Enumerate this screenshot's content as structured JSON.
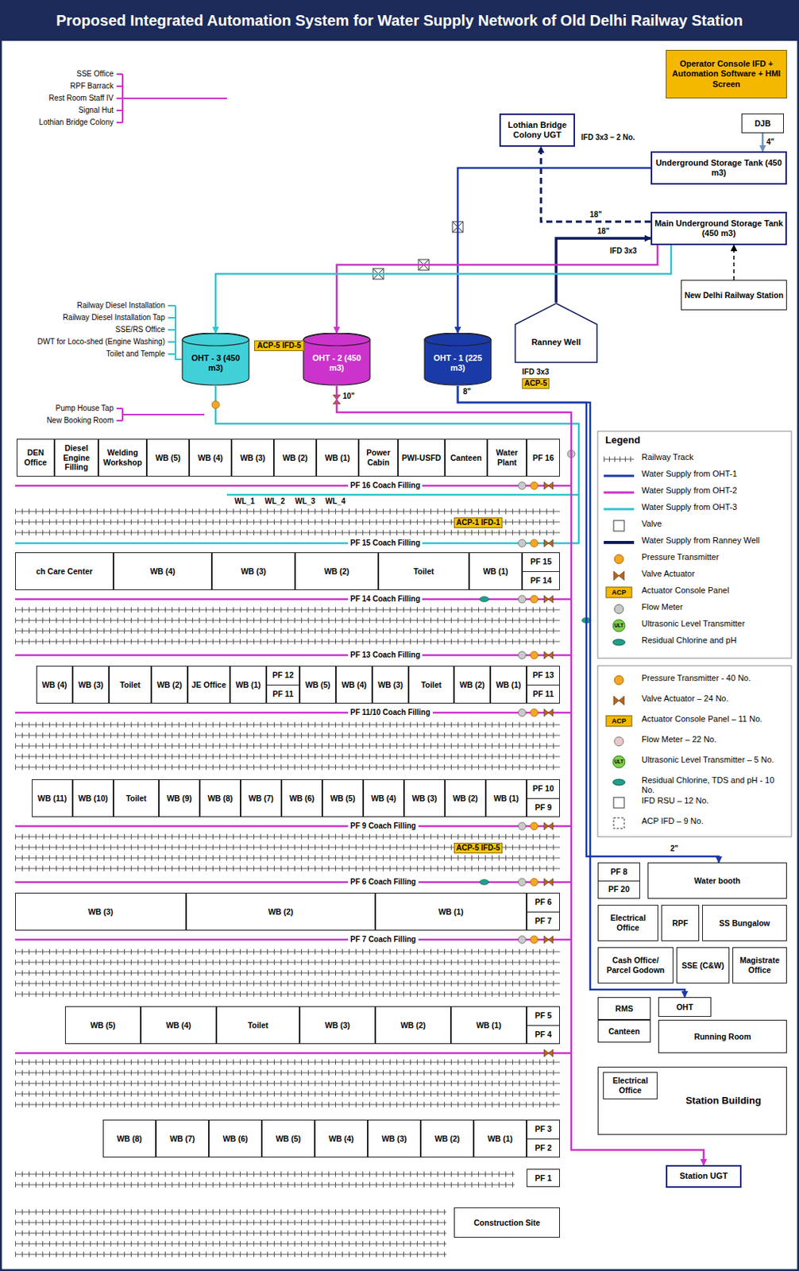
{
  "diagram": {
    "title": "Proposed Integrated Automation System for Water Supply Network of Old Delhi Railway Station",
    "nodes": [
      {
        "text": [
          "Operator Console IFD + Automation Software + HMI Screen"
        ]
      },
      {
        "text": [
          "DJB"
        ]
      },
      {
        "text": [
          "Underground Storage Tank (450 m3)"
        ]
      },
      {
        "text": [
          "Main Underground Storage Tank (450 m3)"
        ]
      },
      {
        "text": [
          "New Delhi Railway Station"
        ]
      },
      {
        "text": [
          "Lothian Bridge Colony UGT"
        ]
      },
      {
        "text": [
          "Ranney Well"
        ]
      },
      {
        "text": [
          "OHT - 1 (225 m3)"
        ]
      },
      {
        "text": [
          "OHT - 2 (450 m3)"
        ]
      },
      {
        "text": [
          "OHT - 3 (450 m3)"
        ]
      },
      {
        "text": [
          "DEN Office"
        ]
      },
      {
        "text": [
          "Diesel Engine Filling"
        ]
      },
      {
        "text": [
          "Welding Workshop"
        ]
      },
      {
        "text": [
          "WB (5)"
        ]
      },
      {
        "text": [
          "WB (4)"
        ]
      },
      {
        "text": [
          "WB (3)"
        ]
      },
      {
        "text": [
          "WB (2)"
        ]
      },
      {
        "text": [
          "WB (1)"
        ]
      },
      {
        "text": [
          "Power Cabin"
        ]
      },
      {
        "text": [
          "PWI-USFD"
        ]
      },
      {
        "text": [
          "Canteen"
        ]
      },
      {
        "text": [
          "Water Plant"
        ]
      },
      {
        "text": [
          "PF 16"
        ]
      },
      {
        "text": [
          "ch Care Center"
        ]
      },
      {
        "text": [
          "WB (4)"
        ]
      },
      {
        "text": [
          "WB (3)"
        ]
      },
      {
        "text": [
          "WB (2)"
        ]
      },
      {
        "text": [
          "Toilet"
        ]
      },
      {
        "text": [
          "WB (1)"
        ]
      },
      {
        "text": [
          "PF 15",
          "PF 14"
        ]
      },
      {
        "text": [
          "WB (4)"
        ]
      },
      {
        "text": [
          "WB (3)"
        ]
      },
      {
        "text": [
          "Toilet"
        ]
      },
      {
        "text": [
          "WB (2)"
        ]
      },
      {
        "text": [
          "JE Office"
        ]
      },
      {
        "text": [
          "WB (1)"
        ]
      },
      {
        "text": [
          "PF 12",
          "PF 11"
        ]
      },
      {
        "text": [
          "WB (5)"
        ]
      },
      {
        "text": [
          "WB (4)"
        ]
      },
      {
        "text": [
          "WB (3)"
        ]
      },
      {
        "text": [
          "Toilet"
        ]
      },
      {
        "text": [
          "WB (2)"
        ]
      },
      {
        "text": [
          "WB (1)"
        ]
      },
      {
        "text": [
          "PF 13",
          "PF 11"
        ]
      },
      {
        "text": [
          "WB (11)"
        ]
      },
      {
        "text": [
          "WB (10)"
        ]
      },
      {
        "text": [
          "Toilet"
        ]
      },
      {
        "text": [
          "WB (9)"
        ]
      },
      {
        "text": [
          "WB (8)"
        ]
      },
      {
        "text": [
          "WB (7)"
        ]
      },
      {
        "text": [
          "WB (6)"
        ]
      },
      {
        "text": [
          "WB (5)"
        ]
      },
      {
        "text": [
          "WB (4)"
        ]
      },
      {
        "text": [
          "WB (3)"
        ]
      },
      {
        "text": [
          "WB (2)"
        ]
      },
      {
        "text": [
          "WB (1)"
        ]
      },
      {
        "text": [
          "PF 10",
          "PF 9"
        ]
      },
      {
        "text": [
          "WB (3)"
        ]
      },
      {
        "text": [
          "WB (2)"
        ]
      },
      {
        "text": [
          "WB (1)"
        ]
      },
      {
        "text": [
          "PF 6",
          "PF 7"
        ]
      },
      {
        "text": [
          "WB (5)"
        ]
      },
      {
        "text": [
          "WB (4)"
        ]
      },
      {
        "text": [
          "Toilet"
        ]
      },
      {
        "text": [
          "WB (3)"
        ]
      },
      {
        "text": [
          "WB (2)"
        ]
      },
      {
        "text": [
          "WB (1)"
        ]
      },
      {
        "text": [
          "PF 5",
          "PF 4"
        ]
      },
      {
        "text": [
          "WB (8)"
        ]
      },
      {
        "text": [
          "WB (7)"
        ]
      },
      {
        "text": [
          "WB (6)"
        ]
      },
      {
        "text": [
          "WB (5)"
        ]
      },
      {
        "text": [
          "WB (4)"
        ]
      },
      {
        "text": [
          "WB (3)"
        ]
      },
      {
        "text": [
          "WB (2)"
        ]
      },
      {
        "text": [
          "WB (1)"
        ]
      },
      {
        "text": [
          "PF 3",
          "PF 2"
        ]
      },
      {
        "text": [
          "PF 1"
        ]
      },
      {
        "text": [
          "Construction Site"
        ]
      },
      {
        "text": [
          "PF 8",
          "PF 20"
        ]
      },
      {
        "text": [
          "Water booth"
        ]
      },
      {
        "text": [
          "Electrical Office"
        ]
      },
      {
        "text": [
          "RPF"
        ]
      },
      {
        "text": [
          "SS Bungalow"
        ]
      },
      {
        "text": [
          "Cash Office/ Parcel Godown"
        ]
      },
      {
        "text": [
          "SSE (C&W)"
        ]
      },
      {
        "text": [
          "Magistrate Office"
        ]
      },
      {
        "text": [
          "RMS"
        ]
      },
      {
        "text": [
          "Canteen"
        ]
      },
      {
        "text": [
          "OHT"
        ]
      },
      {
        "text": [
          "Running Room"
        ]
      },
      {
        "text": [
          "Station Building"
        ]
      },
      {
        "text": [
          "Electrical Office"
        ],
        "in": 91
      },
      {
        "text": [
          "Station UGT"
        ]
      }
    ],
    "edges": [
      {
        "from": 1,
        "to": 2,
        "arrow": "to",
        "label": "4\""
      },
      {
        "from": 6,
        "to": 3,
        "arrow": "to",
        "label": "18\""
      },
      {
        "from": 3,
        "to": 5,
        "arrow": "to",
        "label": "18\""
      },
      {
        "from": 4,
        "to": 3,
        "arrow": "to"
      },
      {
        "from": 2,
        "to": 7,
        "arrow": "to"
      },
      {
        "from": 3,
        "to": 8,
        "arrow": "to"
      },
      {
        "from": 3,
        "to": 9,
        "arrow": "to"
      },
      {
        "from": 7,
        "to": 80,
        "arrow": "to"
      },
      {
        "from": 7,
        "to": 89,
        "arrow": "to"
      },
      {
        "from": 8,
        "to": 93,
        "arrow": "to"
      }
    ],
    "labels": [
      "IFD 3x3 – 2 No.",
      "IFD 3x3",
      "IFD 3x3",
      "ACP-5",
      "ACP-5 IFD-5",
      "8\"",
      "10\"",
      "Railway Diesel Installation",
      "Railway Diesel Installation Tap",
      "SSE/RS Office",
      "DWT for Loco-shed (Engine Washing)",
      "Toilet and Temple",
      "SSE Office",
      "RPF Barrack",
      "Rest Room Staff IV",
      "Signal Hut",
      "Lothian Bridge Colony",
      "Pump House Tap",
      "New Booking Room",
      "PF 16 Coach Filling",
      "WL_1",
      "WL_2",
      "WL_3",
      "WL_4",
      "PF 15 Coach Filling",
      "ACP-1 IFD-1",
      "PF 14 Coach Filling",
      "PF 13 Coach Filling",
      "PF 11/10 Coach Filling",
      "PF 9 Coach Filling",
      "ACP-5 IFD-5",
      "PF 6 Coach Filling",
      "PF 7 Coach Filling",
      "2\"",
      "Legend",
      "ACP",
      "ULT",
      "ACP",
      "ULT"
    ],
    "legend": [
      {
        "text": "Railway Track"
      },
      {
        "text": "Water Supply from OHT-1"
      },
      {
        "text": "Water Supply from OHT-2"
      },
      {
        "text": "Water Supply from OHT-3"
      },
      {
        "text": "Valve"
      },
      {
        "text": "Water Supply from Ranney Well"
      },
      {
        "text": "Pressure Transmitter"
      },
      {
        "text": "Valve Actuator"
      },
      {
        "text": "Actuator Console Panel"
      },
      {
        "text": "Flow Meter"
      },
      {
        "text": "Ultrasonic Level Transmitter"
      },
      {
        "text": "Residual Chlorine and pH"
      },
      {
        "text": "Pressure Transmitter - 40 No."
      },
      {
        "text": "Valve Actuator – 24 No."
      },
      {
        "text": "Actuator Console Panel – 11 No."
      },
      {
        "text": "Flow Meter – 22 No."
      },
      {
        "text": "Ultrasonic Level Transmitter – 5 No."
      },
      {
        "text": "Residual Chlorine, TDS and pH - 10 No."
      },
      {
        "text": "IFD RSU – 12 No."
      },
      {
        "text": "ACP IFD – 9 No."
      }
    ]
  }
}
